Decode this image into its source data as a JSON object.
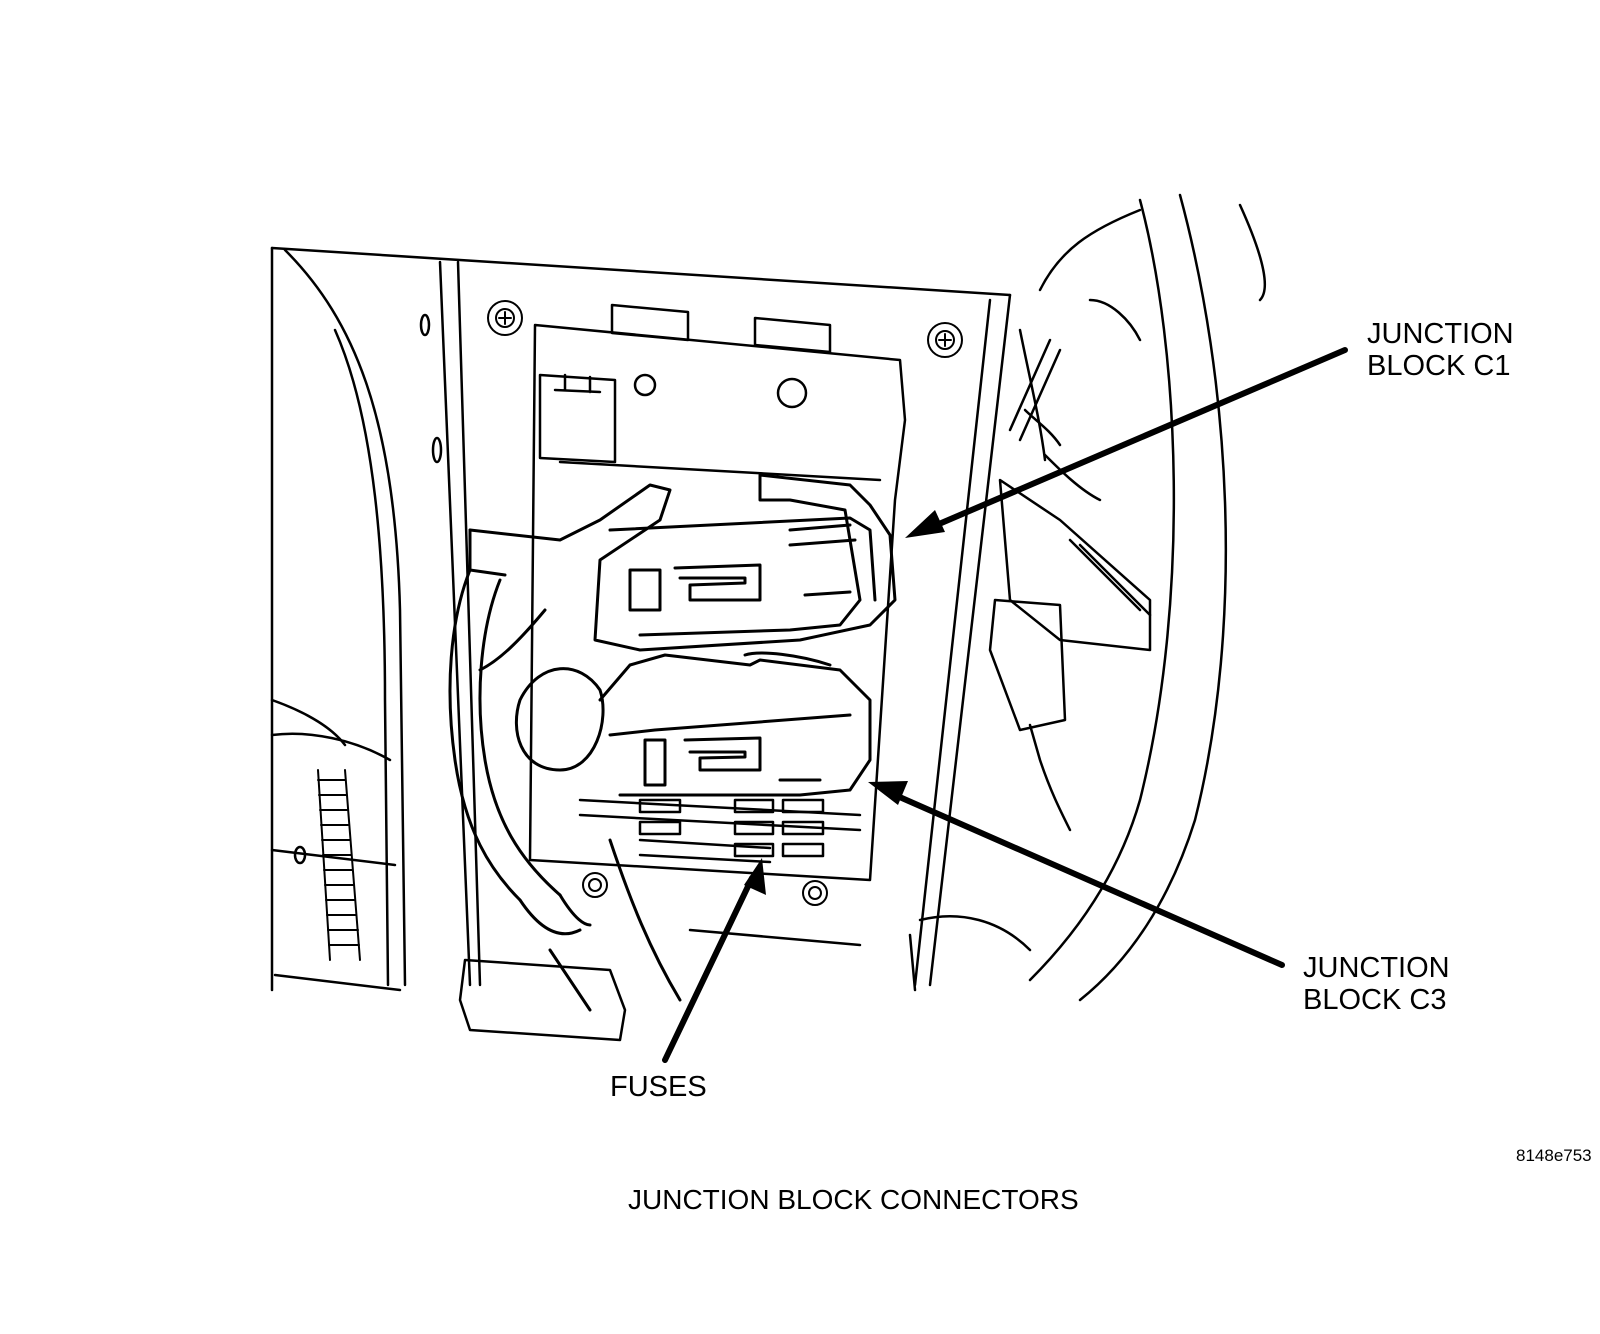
{
  "callouts": {
    "junction_block_c1": [
      "JUNCTION",
      "BLOCK C1"
    ],
    "junction_block_c3": [
      "JUNCTION",
      "BLOCK C3"
    ],
    "fuses": "FUSES"
  },
  "figure_id": "8148e753",
  "caption": "JUNCTION BLOCK CONNECTORS",
  "colors": {
    "ink": "#000000",
    "paper": "#ffffff"
  }
}
